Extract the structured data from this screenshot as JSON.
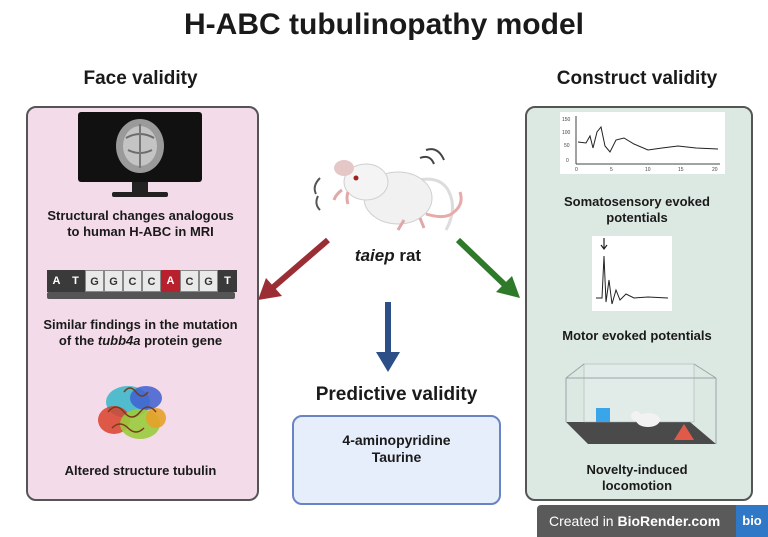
{
  "title": "H-ABC tubulinopathy model",
  "face": {
    "heading": "Face validity",
    "mri_caption_1": "Structural changes analogous",
    "mri_caption_2": "to human H-ABC in MRI",
    "dna_bases": [
      "A",
      "T",
      "G",
      "G",
      "C",
      "C",
      "A",
      "C",
      "G",
      "T"
    ],
    "mutation_caption_1": "Similar findings in the mutation",
    "mutation_caption_2a": "of the ",
    "mutation_caption_2b": "tubb4a",
    "mutation_caption_2c": " protein gene",
    "tubulin_caption": "Altered structure tubulin"
  },
  "construct": {
    "heading": "Construct validity",
    "ssep_caption_1": "Somatosensory evoked",
    "ssep_caption_2": "potentials",
    "ssep_ticks_y": [
      "150",
      "100",
      "50",
      "0"
    ],
    "ssep_ticks_x": [
      "0",
      "5",
      "10",
      "15",
      "20"
    ],
    "mep_caption": "Motor evoked potentials",
    "loco_caption_1": "Novelty-induced",
    "loco_caption_2": "locomotion"
  },
  "rat": {
    "name_italic": "taiep",
    "name_rest": " rat"
  },
  "predictive": {
    "heading": "Predictive validity",
    "line1": "4-aminopyridine",
    "line2": "Taurine"
  },
  "badge": {
    "text_1": "Created in ",
    "text_2": "BioRender.com",
    "logo": "bio"
  },
  "colors": {
    "face_bg": "#f3dbe9",
    "construct_bg": "#dce9e3",
    "predictive_bg": "#e6edfb",
    "arrow_left": "#9b2d35",
    "arrow_right": "#2f7a2a",
    "arrow_down": "#2c4f88"
  }
}
